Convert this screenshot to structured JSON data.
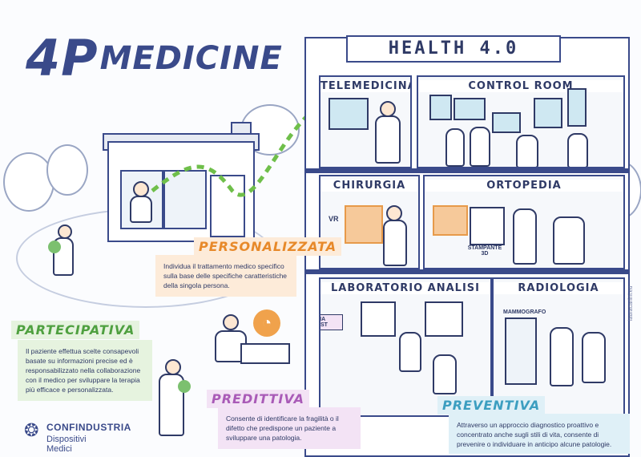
{
  "title": {
    "big": "4P",
    "small": "MEDICINE"
  },
  "building": {
    "sign": "HEALTH 4.0"
  },
  "rooms": {
    "telemedicina": "TELEMEDICINA",
    "control_room": "CONTROL ROOM",
    "chirurgia": "CHIRURGIA",
    "ortopedia": "ORTOPEDIA",
    "laboratorio": "LABORATORIO   ANALISI",
    "radiologia": "RADIOLOGIA"
  },
  "labels_in_scene": {
    "vr": "VR",
    "stampante": "STAMPANTE 3D",
    "dna_test": "DNA TEST",
    "mammografo": "MAMMOGRAFO"
  },
  "sections": [
    {
      "key": "personalizzata",
      "title": "PERSONALIZZATA",
      "text": "Individua il trattamento medico specifico sulla base delle specifiche caratteristiche della singola persona.",
      "color": "#f0a24c",
      "bg": "#fdebd9"
    },
    {
      "key": "partecipativa",
      "title": "PARTECIPATIVA",
      "text": "Il paziente effettua scelte consapevoli basate su informazioni precise ed è responsabilizzato nella collaborazione con il medico per sviluppare la terapia più efficace e personalizzata.",
      "color": "#7cc06f",
      "bg": "#e6f3df"
    },
    {
      "key": "predittiva",
      "title": "PREDITTIVA",
      "text": "Consente di identificare la fragilità o il difetto  che predispone un paziente a sviluppare una patologia.",
      "color": "#c27ccf",
      "bg": "#f3e3f5"
    },
    {
      "key": "preventiva",
      "title": "PREVENTIVA",
      "text": "Attraverso un approccio diagnostico proattivo e concentrato anche sugli stili di vita, consente di prevenire o individuare in anticipo alcune patologie.",
      "color": "#5fb7d4",
      "bg": "#dff0f7"
    }
  ],
  "logo": {
    "line1": "CONFINDUSTRIA",
    "line2": "Dispositivi Medici"
  },
  "signature": "lauracarlini.eu",
  "colors": {
    "ink": "#2f3a66",
    "accent_green": "#6fbf4a"
  }
}
